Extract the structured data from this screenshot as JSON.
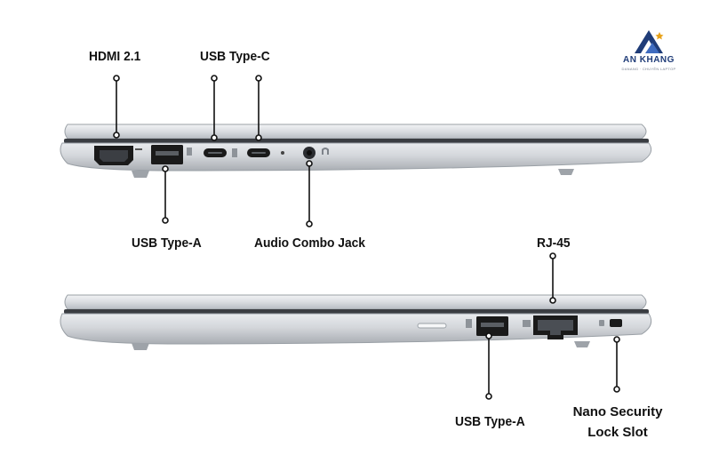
{
  "labels": {
    "hdmi": "HDMI 2.1",
    "usb_c": "USB Type-C",
    "usb_a_left": "USB Type-A",
    "audio": "Audio Combo Jack",
    "rj45": "RJ-45",
    "usb_a_right": "USB Type-A",
    "lock_line1": "Nano Security",
    "lock_line2": "Lock Slot"
  },
  "logo": {
    "name": "AN KHANG",
    "subtitle": "DANANG · CHUYÊN LAPTOP",
    "color": "#1f3c78"
  },
  "colors": {
    "body": "#dcdfe3",
    "port": "#1a1a1a",
    "callout": "#111111"
  }
}
